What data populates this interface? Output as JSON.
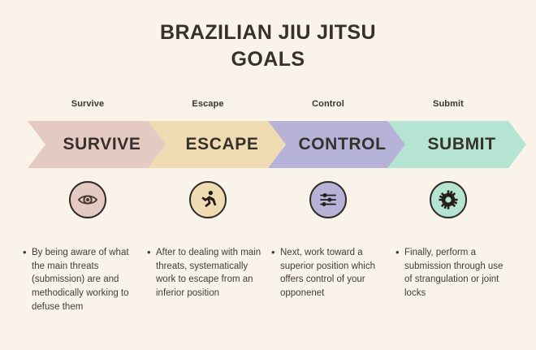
{
  "title": {
    "line1": "BRAZILIAN JIU JITSU",
    "line2": "GOALS"
  },
  "colors": {
    "background": "#faf3e9",
    "text": "#36312c",
    "outline": "#2e2a26",
    "survive": "#e5cac3",
    "escape": "#f0dcb3",
    "control": "#b7b3d8",
    "submit": "#b6e4d2"
  },
  "stages": [
    {
      "label": "Survive",
      "banner": "SURVIVE",
      "color": "#e5cac3",
      "icon": "eye-icon",
      "description": "By being aware of what the main threats (submission) are and methodically working to defuse them"
    },
    {
      "label": "Escape",
      "banner": "ESCAPE",
      "color": "#f0dcb3",
      "icon": "running-person-icon",
      "description": "After to dealing with main threats, systematically work to escape from an inferior position"
    },
    {
      "label": "Control",
      "banner": "CONTROL",
      "color": "#b7b3d8",
      "icon": "sliders-icon",
      "description": "Next, work toward a superior position which offers control of your opponenet"
    },
    {
      "label": "Submit",
      "banner": "SUBMIT",
      "color": "#b6e4d2",
      "icon": "gear-icon",
      "description": "Finally, perform a submission through use of strangulation or joint locks"
    }
  ]
}
